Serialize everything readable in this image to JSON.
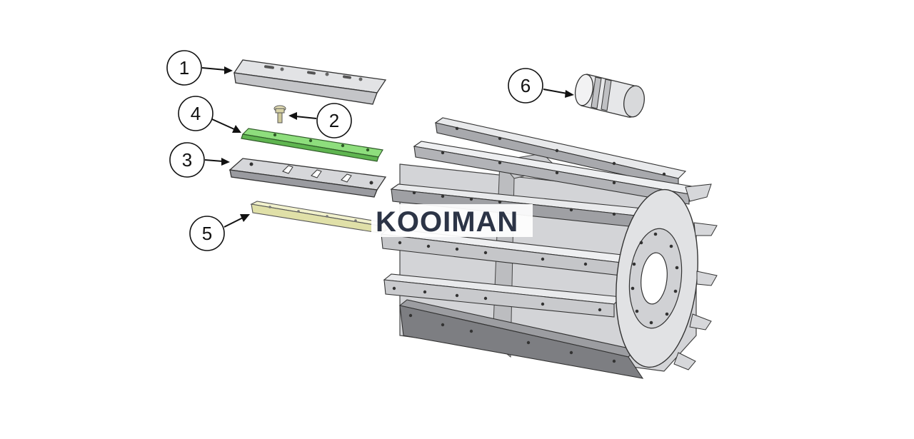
{
  "callouts": [
    {
      "id": "1",
      "part": "upper knife blade"
    },
    {
      "id": "2",
      "part": "bolt"
    },
    {
      "id": "3",
      "part": "lower knife blade"
    },
    {
      "id": "4",
      "part": "green clamp strip"
    },
    {
      "id": "5",
      "part": "yellow support bar"
    },
    {
      "id": "6",
      "part": "shaft end bushing"
    }
  ],
  "watermark": "KOOIMAN",
  "colors": {
    "blade_steel": "#d9dadc",
    "blade_edge": "#b9babd",
    "clamp_strip": "#7ed56f",
    "support_bar": "#e6e6b8",
    "bolt": "#d8d3a6",
    "rotor": "#e4e5e7",
    "outline": "#333333",
    "watermark_bg": "#ffffff"
  }
}
